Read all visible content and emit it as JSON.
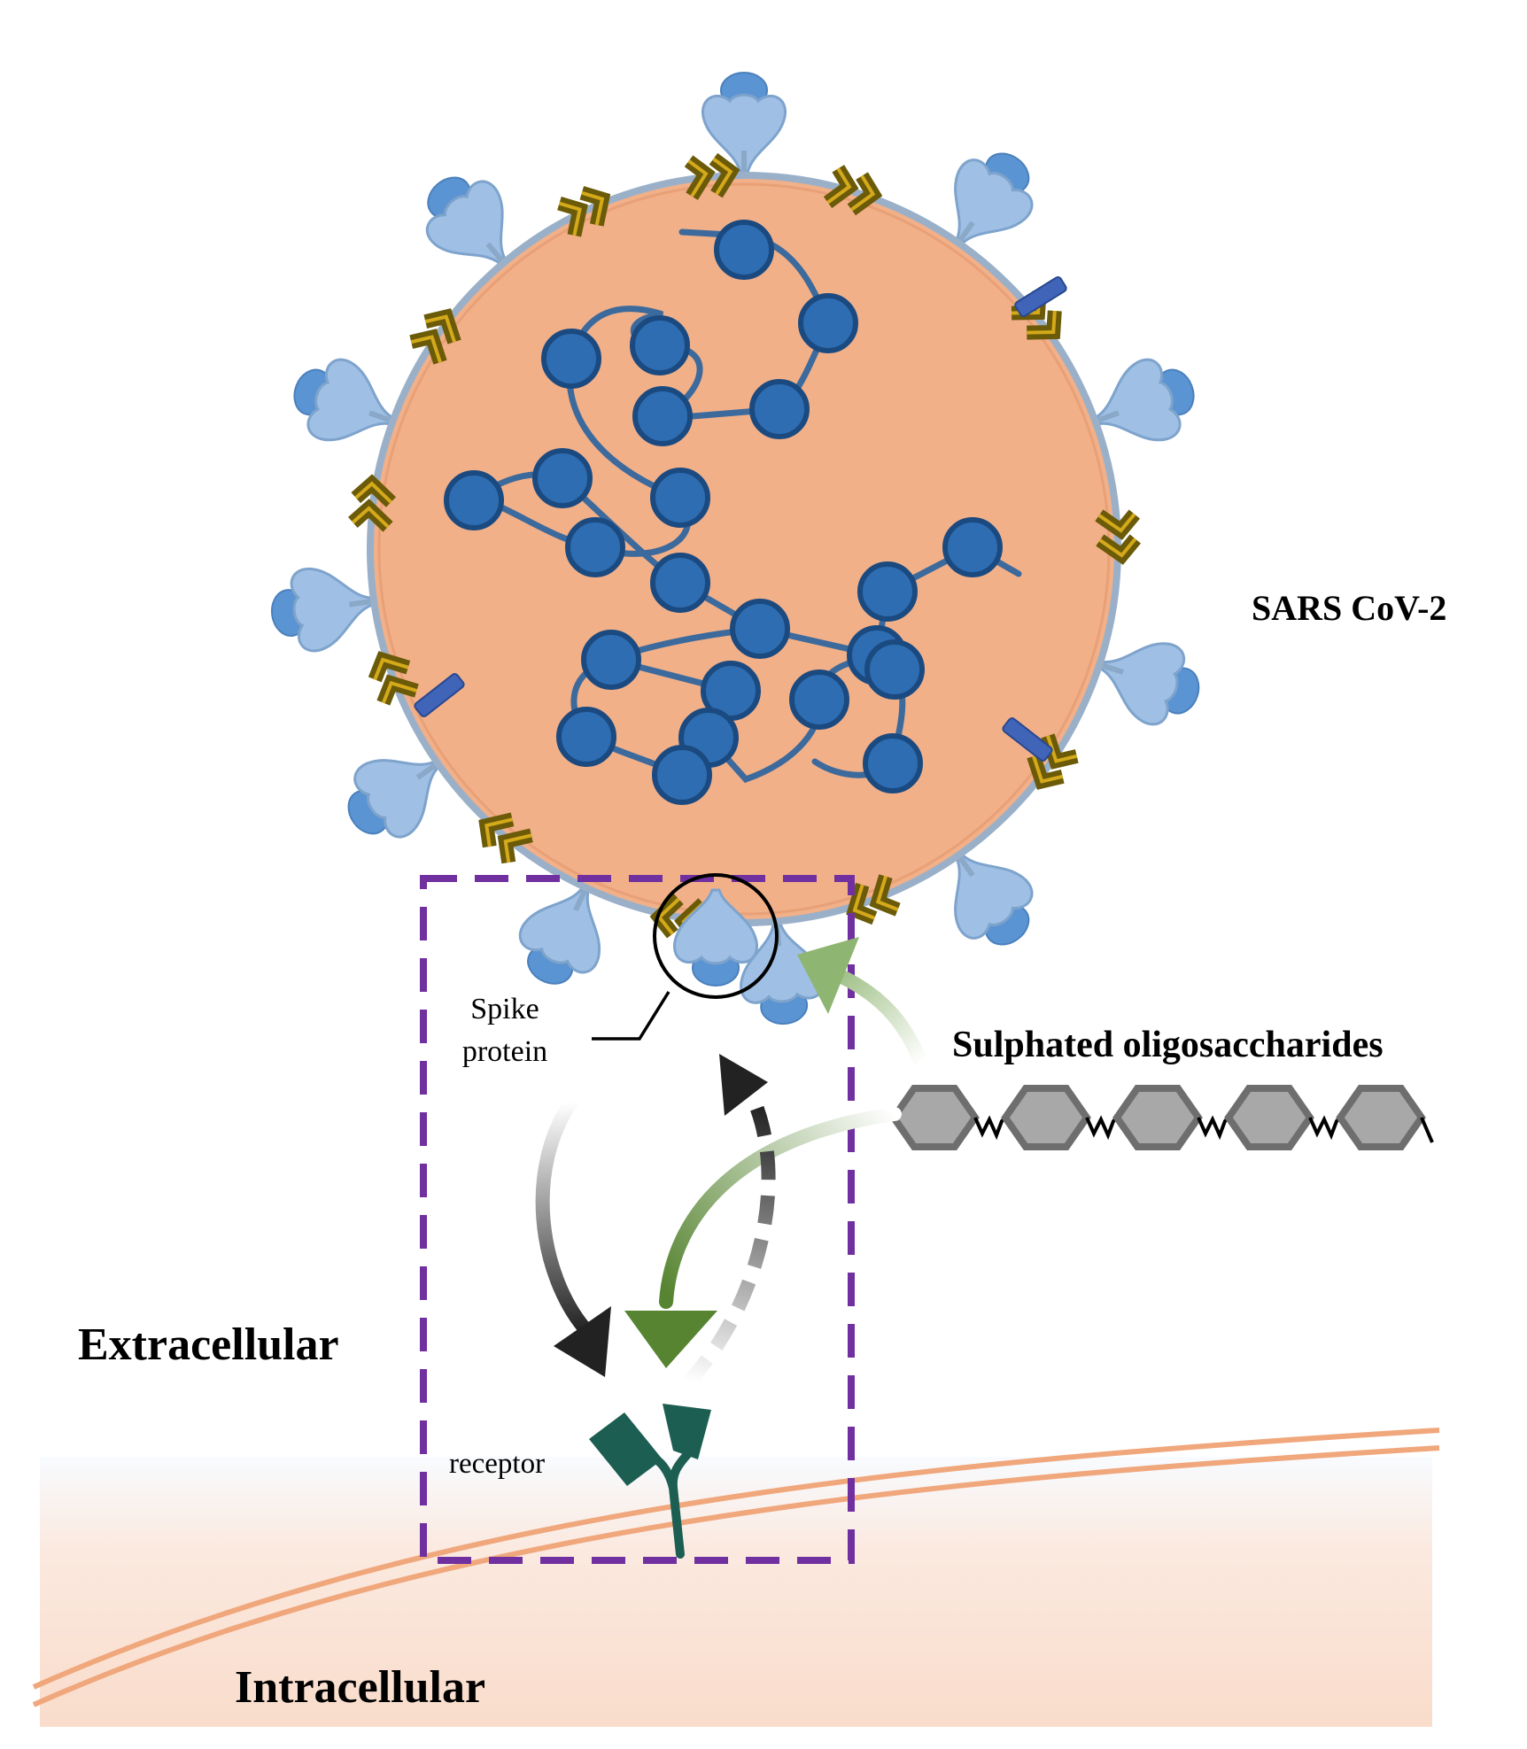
{
  "labels": {
    "virus": "SARS CoV-2",
    "spike": [
      "Spike",
      "protein"
    ],
    "oligo": "Sulphated oligosaccharides",
    "receptor": "receptor",
    "extracellular": "Extracellular",
    "intracellular": "Intracellular"
  },
  "colors": {
    "virus_fill": "#f2b089",
    "envelope": "#9ab0c8",
    "spike_light": "#9fc0e4",
    "spike_dark": "#5b94d2",
    "membrane_protein": "#6b5a08",
    "membrane_protein_inner": "#d4a91a",
    "rna_bead": "#2e6db2",
    "rna_bead_stroke": "#1b4a80",
    "envelope_protein": "#3f64b8",
    "box": "#7030a0",
    "cell": "#fae0d2",
    "membrane": "#f0a77c",
    "receptor": "#1c5e52",
    "oligo_unit": "#a8a8a8",
    "arrow_green": "#568431",
    "arrow_black": "#222222"
  },
  "oligosaccharide_units": 5
}
